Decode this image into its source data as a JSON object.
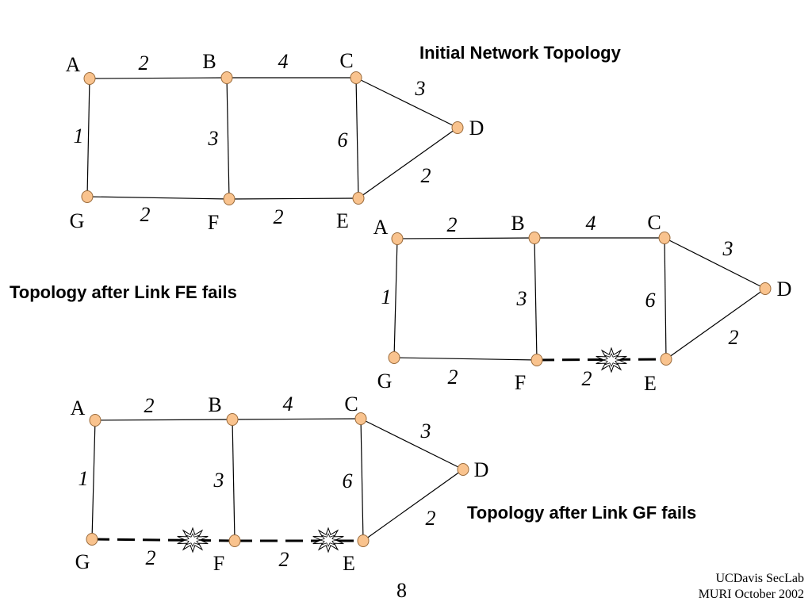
{
  "captions": {
    "initial": "Initial Network Topology",
    "fe_fail": "Topology after Link FE fails",
    "gf_fail": "Topology after Link GF fails"
  },
  "footer": {
    "line1": "UCDavis SecLab",
    "line2": "MURI October 2002"
  },
  "page_number": "8",
  "colors": {
    "node_fill": "#f9c38e",
    "node_stroke": "#9a6a3a",
    "edge": "#000000"
  },
  "nodes": [
    "A",
    "B",
    "C",
    "D",
    "E",
    "F",
    "G"
  ],
  "diagrams": [
    {
      "id": "initial",
      "edges": [
        {
          "from": "A",
          "to": "B",
          "weight": "2"
        },
        {
          "from": "B",
          "to": "C",
          "weight": "4"
        },
        {
          "from": "C",
          "to": "D",
          "weight": "3"
        },
        {
          "from": "A",
          "to": "G",
          "weight": "1"
        },
        {
          "from": "B",
          "to": "F",
          "weight": "3"
        },
        {
          "from": "C",
          "to": "E",
          "weight": "6"
        },
        {
          "from": "D",
          "to": "E",
          "weight": "2"
        },
        {
          "from": "G",
          "to": "F",
          "weight": "2"
        },
        {
          "from": "F",
          "to": "E",
          "weight": "2"
        }
      ],
      "failed_links": []
    },
    {
      "id": "fe_fail",
      "edges": [
        {
          "from": "A",
          "to": "B",
          "weight": "2"
        },
        {
          "from": "B",
          "to": "C",
          "weight": "4"
        },
        {
          "from": "C",
          "to": "D",
          "weight": "3"
        },
        {
          "from": "A",
          "to": "G",
          "weight": "1"
        },
        {
          "from": "B",
          "to": "F",
          "weight": "3"
        },
        {
          "from": "C",
          "to": "E",
          "weight": "6"
        },
        {
          "from": "D",
          "to": "E",
          "weight": "2"
        },
        {
          "from": "G",
          "to": "F",
          "weight": "2"
        },
        {
          "from": "F",
          "to": "E",
          "weight": "2"
        }
      ],
      "failed_links": [
        "F-E"
      ]
    },
    {
      "id": "gf_fail",
      "edges": [
        {
          "from": "A",
          "to": "B",
          "weight": "2"
        },
        {
          "from": "B",
          "to": "C",
          "weight": "4"
        },
        {
          "from": "C",
          "to": "D",
          "weight": "3"
        },
        {
          "from": "A",
          "to": "G",
          "weight": "1"
        },
        {
          "from": "B",
          "to": "F",
          "weight": "3"
        },
        {
          "from": "C",
          "to": "E",
          "weight": "6"
        },
        {
          "from": "D",
          "to": "E",
          "weight": "2"
        },
        {
          "from": "G",
          "to": "F",
          "weight": "2"
        },
        {
          "from": "F",
          "to": "E",
          "weight": "2"
        }
      ],
      "failed_links": [
        "G-F",
        "F-E"
      ]
    }
  ]
}
